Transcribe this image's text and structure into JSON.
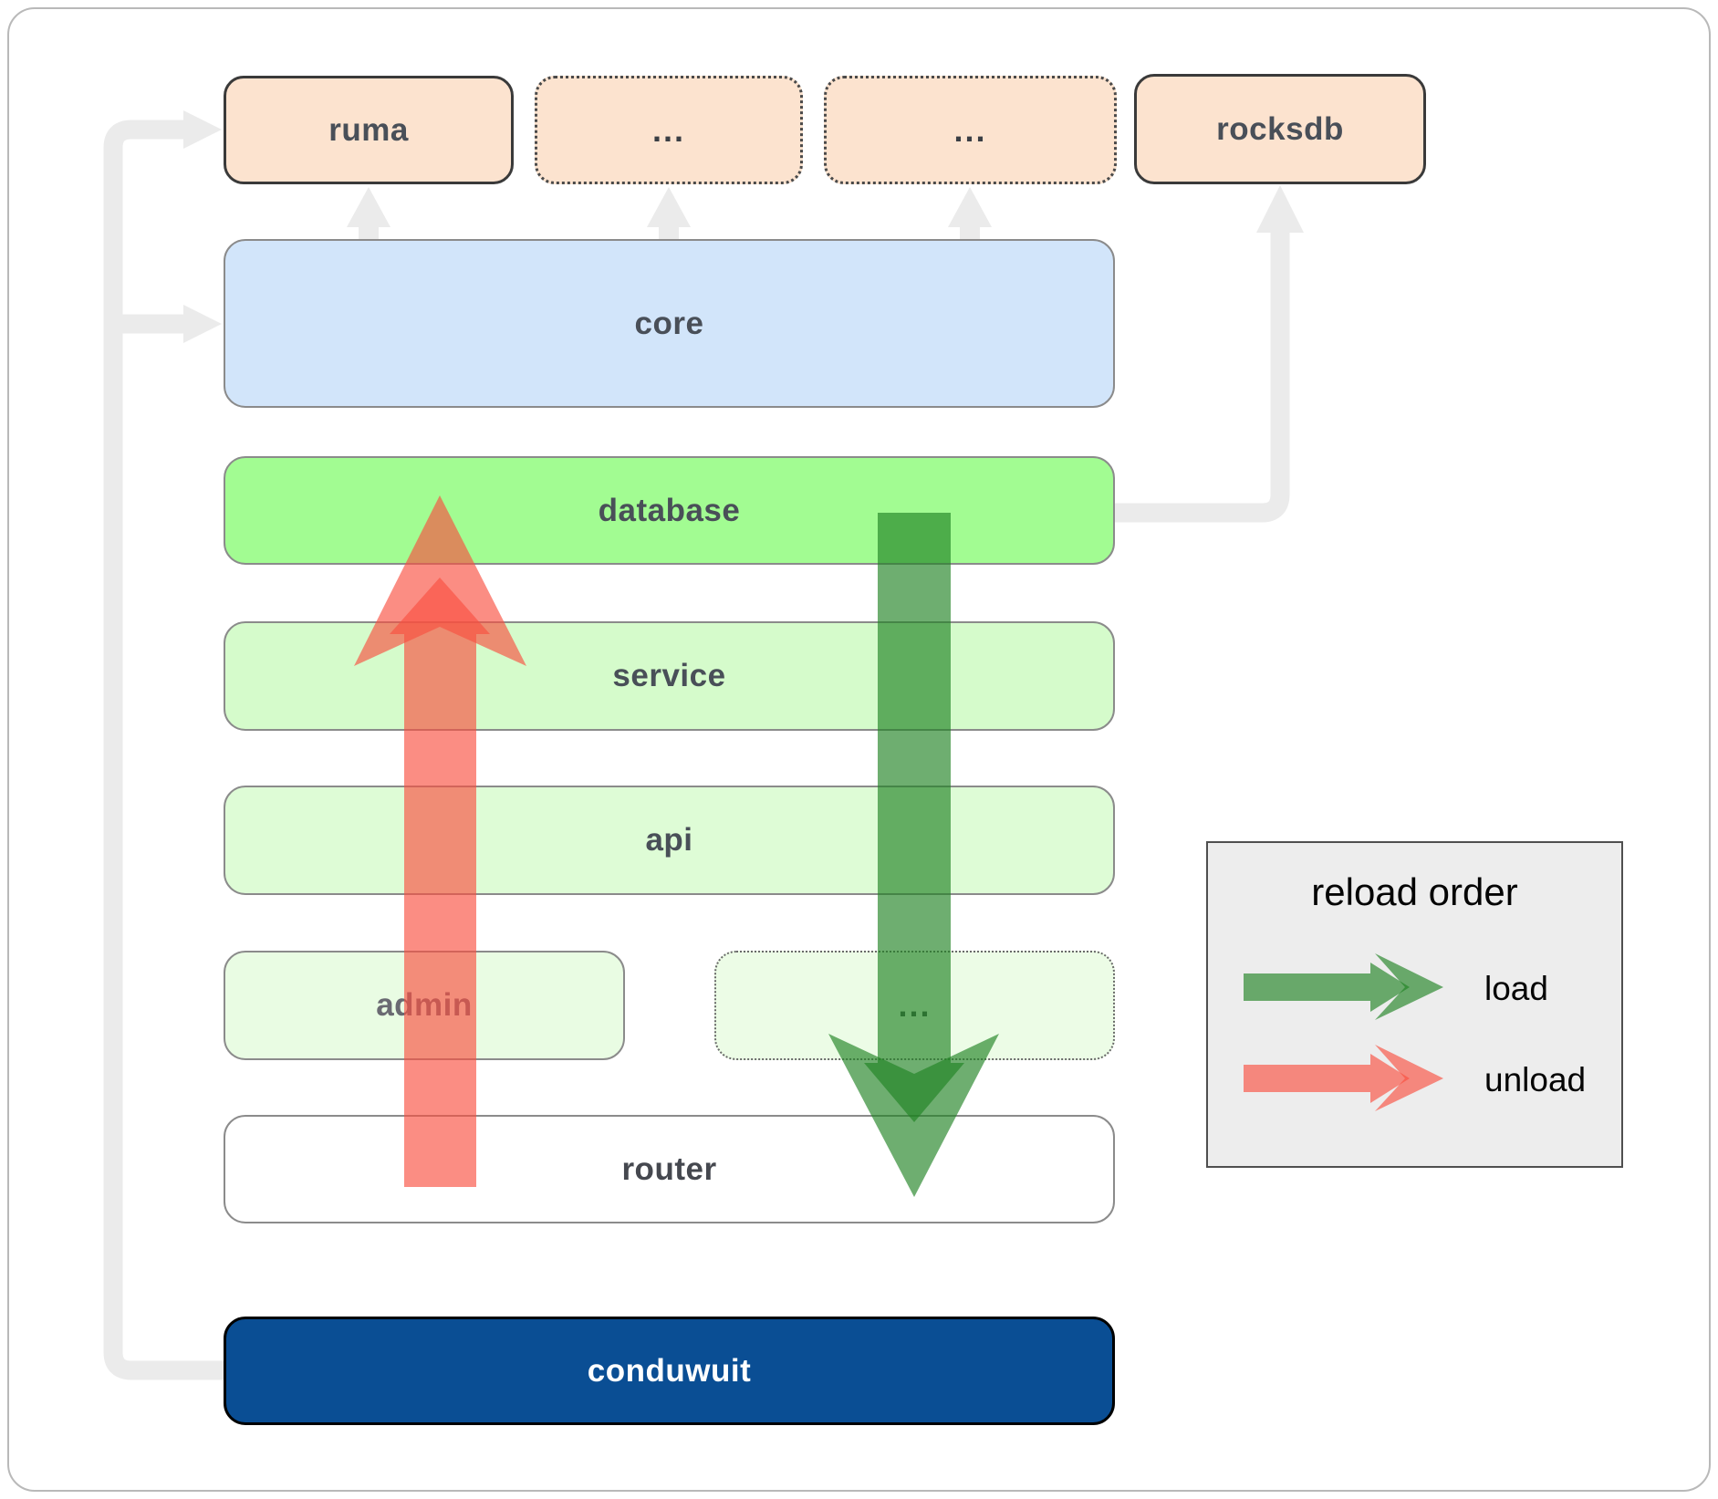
{
  "diagram": {
    "top_row": [
      {
        "label": "ruma"
      },
      {
        "label": "..."
      },
      {
        "label": "..."
      },
      {
        "label": "rocksdb"
      }
    ],
    "layers": {
      "core": "core",
      "database": "database",
      "service": "service",
      "api": "api",
      "admin": "admin",
      "more_services": "...",
      "router": "router",
      "app": "conduwuit"
    }
  },
  "legend": {
    "title": "reload order",
    "load_label": "load",
    "unload_label": "unload"
  },
  "colors": {
    "load_arrow": "#218224",
    "unload_arrow": "#f95040",
    "connector": "#ebebeb",
    "module_fill": "#fce3cf",
    "core_fill": "#d2e5fa",
    "database_fill": "#a2fc92",
    "service_fill": "#d5fbcb",
    "api_fill": "#defcd6",
    "admin_fill": "#e9fce3",
    "router_fill": "#ffffff",
    "app_fill": "#0a4e94",
    "legend_fill": "#ededed"
  },
  "icons": {
    "load_arrow": "down-arrow",
    "unload_arrow": "up-arrow",
    "dependency_connectors": "elbow-arrow"
  }
}
